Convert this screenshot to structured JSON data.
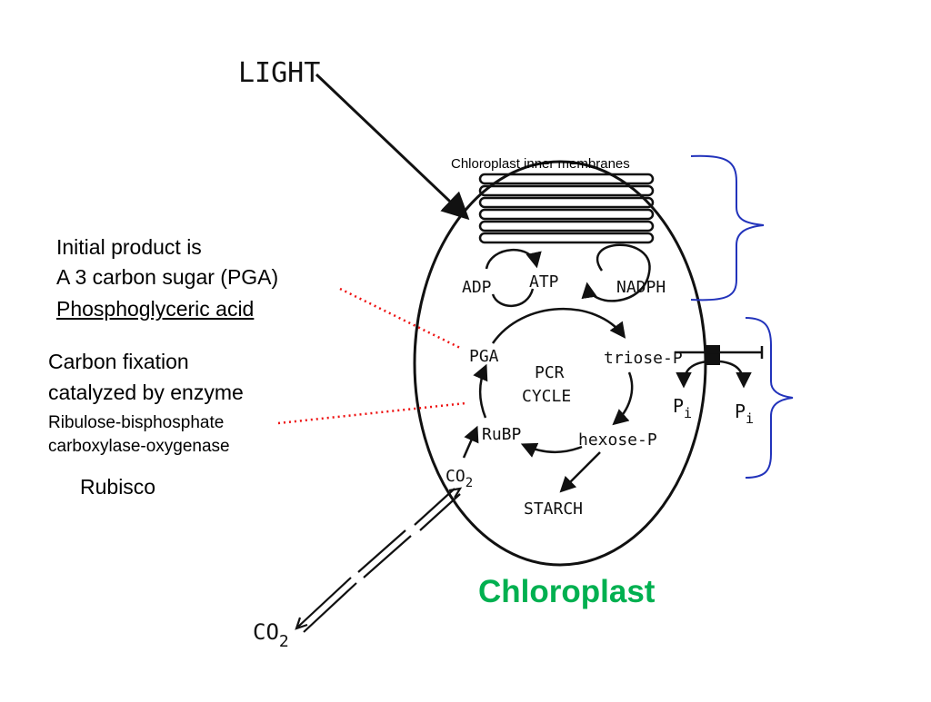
{
  "hand_labels": {
    "light": "LIGHT",
    "adp": "ADP",
    "atp": "ATP",
    "nadph": "NADPH",
    "pga": "PGA",
    "pcr_line1": "PCR",
    "pcr_line2": "CYCLE",
    "triose_p": "triose-P",
    "hexose_p": "hexose-P",
    "rubp": "RuBP",
    "starch": "STARCH",
    "co2_inner": "CO",
    "co2_outer": "CO",
    "co2_sub": "2",
    "pi_left": "P",
    "pi_right": "P",
    "pi_sub": "i"
  },
  "annotations": {
    "inner_membranes": "Chloroplast inner membranes",
    "initial_product_line1": "Initial product is",
    "initial_product_line2": "A 3 carbon sugar (PGA)",
    "initial_product_line3": "Phosphoglyceric acid",
    "fixation_line1": "Carbon fixation",
    "fixation_line2": "catalyzed by enzyme",
    "enzyme_line1": "Ribulose-bisphosphate",
    "enzyme_line2": "carboxylase-oxygenase",
    "rubisco": "Rubisco",
    "chloroplast": "Chloroplast"
  },
  "colors": {
    "ink": "#111111",
    "brace": "#2233bb",
    "pointer": "#ee1111",
    "title": "#00b050"
  }
}
